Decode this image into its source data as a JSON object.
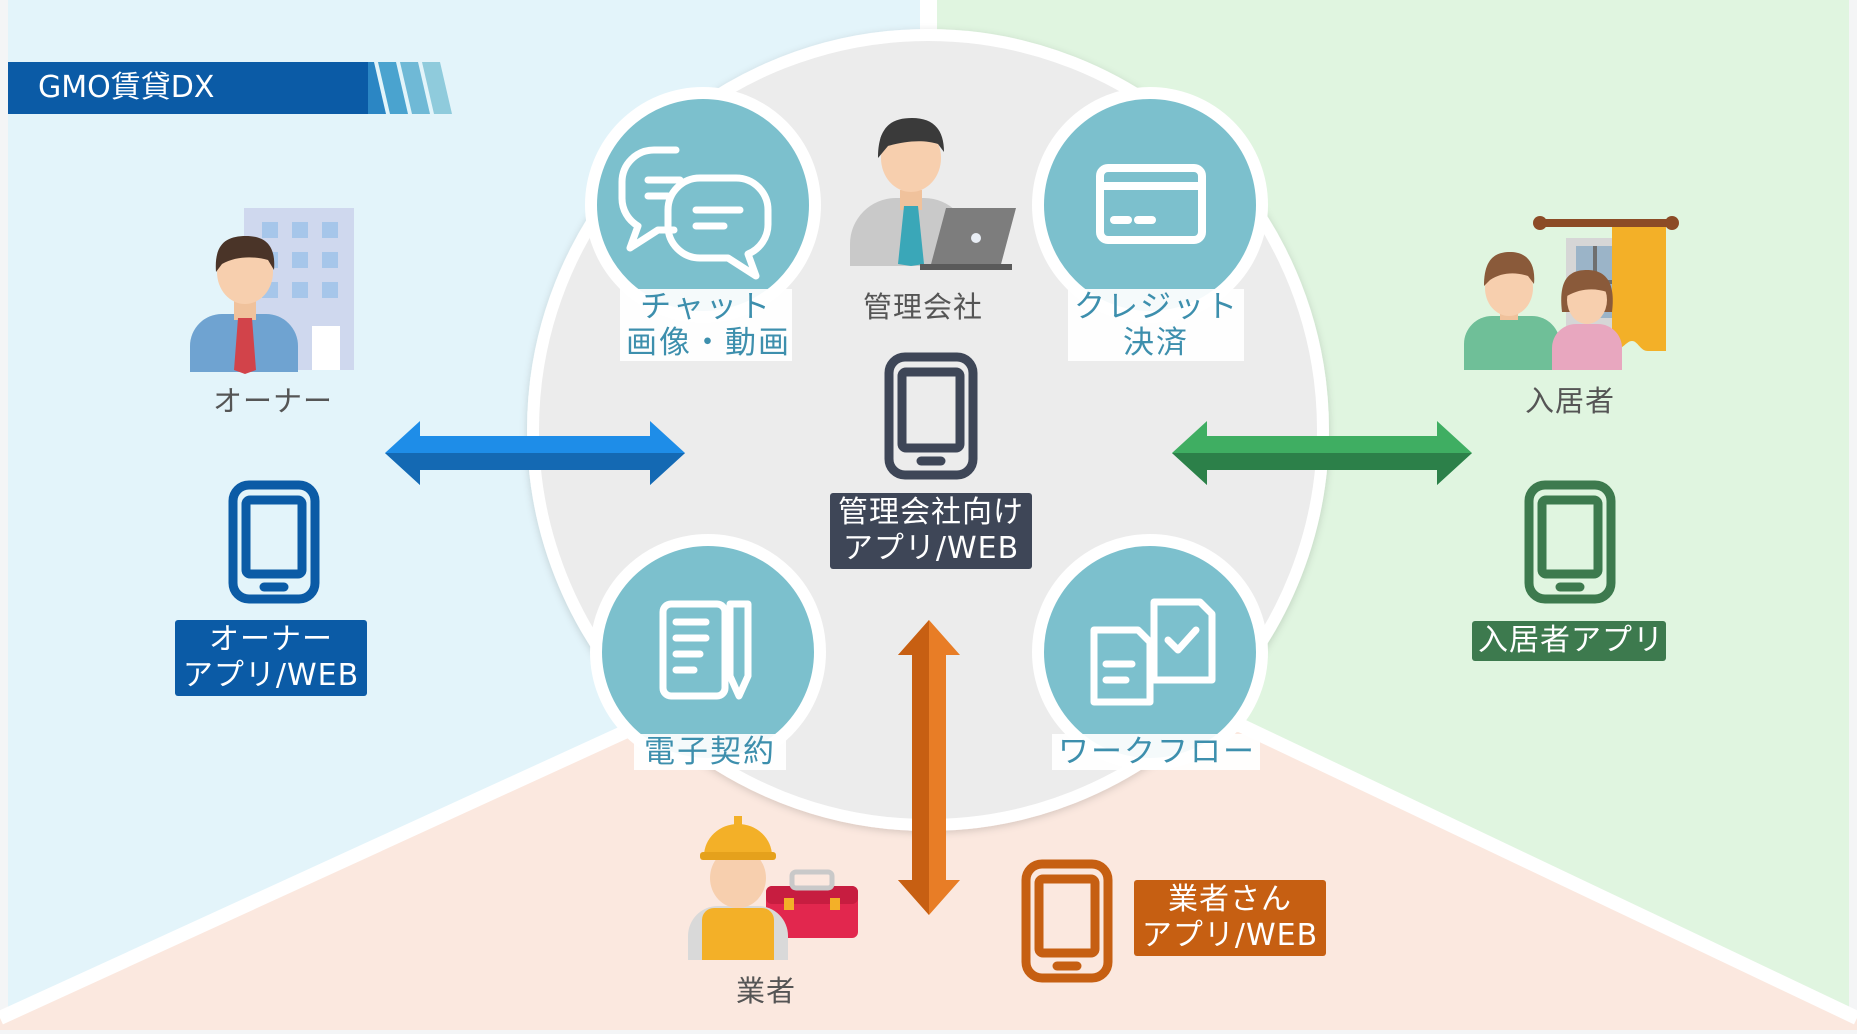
{
  "title": "GMO賃貸DX",
  "center": {
    "person_label": "管理会社",
    "app_label_line1": "管理会社向け",
    "app_label_line2": "アプリ/WEB"
  },
  "features": {
    "chat_line1": "チャット",
    "chat_line2": "画像・動画",
    "credit_line1": "クレジット",
    "credit_line2": "決済",
    "contract": "電子契約",
    "workflow": "ワークフロー"
  },
  "owner": {
    "label": "オーナー",
    "app_line1": "オーナー",
    "app_line2": "アプリ/WEB"
  },
  "resident": {
    "label": "入居者",
    "app": "入居者アプリ"
  },
  "vendor": {
    "label": "業者",
    "app_line1": "業者さん",
    "app_line2": "アプリ/WEB"
  },
  "colors": {
    "owner_bg": "#e3f4fa",
    "resident_bg": "#e0f5e0",
    "vendor_bg": "#fbe8df",
    "owner_accent": "#0b5ba6",
    "resident_accent": "#3d7a4e",
    "vendor_accent": "#c65f12",
    "center_accent": "#3e4657",
    "feature_circle": "#7cc0cd"
  }
}
